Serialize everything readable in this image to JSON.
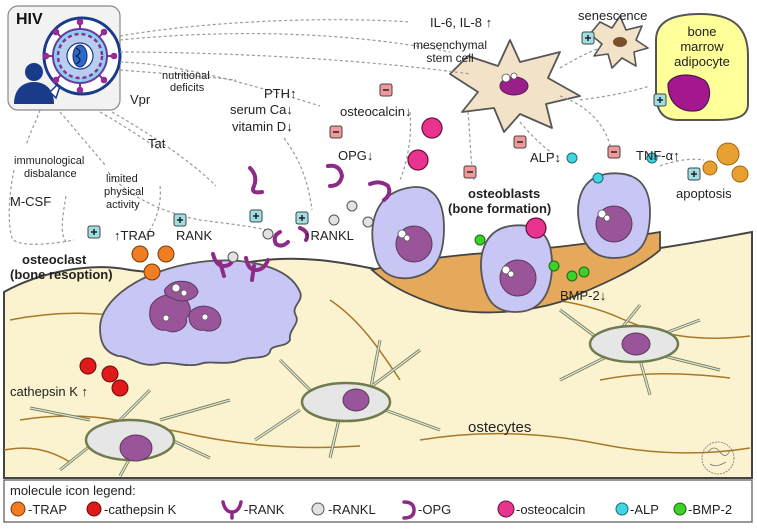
{
  "hiv_label": "HIV",
  "factors": {
    "immunological_1": "immunological",
    "immunological_2": "disbalance",
    "limited_1": "limited",
    "limited_2": "physical",
    "limited_3": "activity",
    "mcsf": "M-CSF",
    "tat": "Tat",
    "vpr": "Vpr",
    "nutritional_1": "nutritional",
    "nutritional_2": "deficits",
    "pth": "PTH",
    "serum_ca": "serum Ca",
    "vitamin_d": "vitamin D",
    "osteocalcin": "osteocalcin",
    "opg": "OPG",
    "il": "IL-6, IL-8",
    "msc_1": "mesenchymal",
    "msc_2": "stem cell",
    "senescence": "senescence",
    "adipocyte_1": "bone",
    "adipocyte_2": "marrow",
    "adipocyte_3": "adipocyte",
    "alp": "ALP",
    "tnf": "TNF-α",
    "apoptosis": "apoptosis",
    "trap": "TRAP",
    "rank": "RANK",
    "rankl": "RANKL",
    "bmp2": "BMP-2",
    "cathepsin": "cathepsin K"
  },
  "cells": {
    "osteoclast_1": "osteoclast",
    "osteoclast_2": "(bone resoption)",
    "osteoblasts_1": "osteoblasts",
    "osteoblasts_2": "(bone formation)",
    "osteocytes": "ostecytes"
  },
  "legend": {
    "title": "molecule icon legend:",
    "items": [
      {
        "label": "-TRAP",
        "color": "#ef7d22"
      },
      {
        "label": "-cathepsin K",
        "color": "#e01a1a"
      },
      {
        "label": "-RANK",
        "color": "#8e2b86"
      },
      {
        "label": "-RANKL",
        "color": "#e2e2e2"
      },
      {
        "label": "-OPG",
        "color": "#8e2b86"
      },
      {
        "label": "-osteocalcin",
        "color": "#e8348f"
      },
      {
        "label": "-ALP",
        "color": "#3fd6e0"
      },
      {
        "label": "-BMP-2",
        "color": "#3fce2a"
      }
    ]
  },
  "colors": {
    "bone": "#fbf3cf",
    "osteoid": "#e6a85a",
    "cell": "#c8c6f4",
    "nucleus": "#9a559a",
    "plus": "#9fdfe3",
    "minus": "#f1999a"
  }
}
